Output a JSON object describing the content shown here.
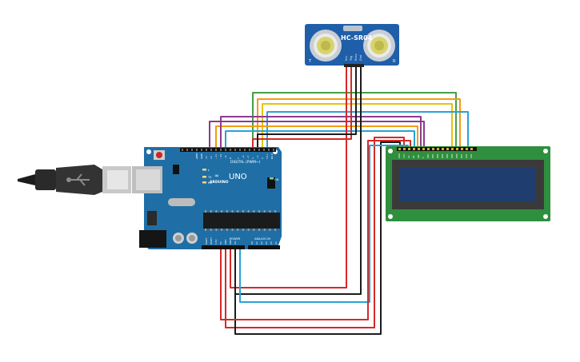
{
  "sensor": {
    "label": "HC-SR04",
    "pins": [
      "Vcc",
      "Trig",
      "Echo",
      "Gnd"
    ],
    "left_mark": "T",
    "right_mark": "R"
  },
  "arduino": {
    "brand": "ARDUINO",
    "model": "UNO",
    "digital_header_label": "DIGITAL (PWM~)",
    "power_header_label": "POWER",
    "analog_header_label": "ANALOG IN",
    "top_pin_labels": [
      "AREF",
      "GND",
      "13",
      "12",
      "~11",
      "~10",
      "~9",
      "8",
      "7",
      "~6",
      "~5",
      "4",
      "~3",
      "2",
      "TX 1",
      "RX 0"
    ],
    "power_pin_labels": [
      "IOREF",
      "RESET",
      "3.3V",
      "5V",
      "GND",
      "GND",
      "Vin"
    ],
    "analog_pin_labels": [
      "A0",
      "A1",
      "A2",
      "A3",
      "A4",
      "A5"
    ],
    "led_labels": [
      "L",
      "TX",
      "RX"
    ],
    "on_label": "ON"
  },
  "lcd": {
    "pin_labels": [
      "GND",
      "VCC",
      "V0",
      "RS",
      "RW",
      "E",
      "DB0",
      "DB1",
      "DB2",
      "DB3",
      "DB4",
      "DB5",
      "DB6",
      "DB7",
      "LED",
      "LED"
    ]
  },
  "colors": {
    "red": "#d62828",
    "black": "#1c1c1c",
    "green": "#43a047",
    "orange": "#f39c12",
    "yellow": "#e8c20c",
    "purple": "#8e3a8e",
    "blue": "#29a3d6",
    "board": "#1f6fa6",
    "lcd_board": "#2f8f3e",
    "lcd_screen": "#1f3d6e",
    "sensor_board": "#1f5faa"
  }
}
